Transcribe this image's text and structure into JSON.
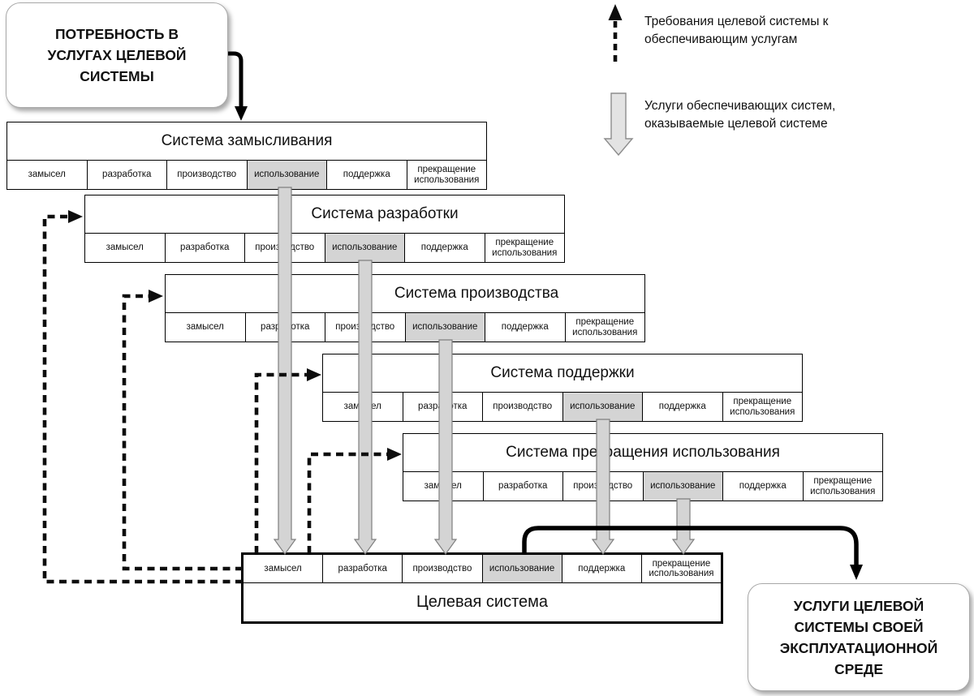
{
  "need_box": {
    "label": "ПОТРЕБНОСТЬ В\nУСЛУГАХ ЦЕЛЕВОЙ\nСИСТЕМЫ"
  },
  "services_box": {
    "label": "УСЛУГИ ЦЕЛЕВОЙ\nСИСТЕМЫ СВОЕЙ\nЭКСПЛУАТАЦИОННОЙ\nСРЕДЕ"
  },
  "legend": [
    {
      "icon": "dashed-arrow-up-icon",
      "label": "Требования целевой системы к\nобеспечивающим услугам"
    },
    {
      "icon": "gray-arrow-down-icon",
      "label": "Услуги обеспечивающих систем,\nоказываемые целевой системе"
    }
  ],
  "stages": [
    "замысел",
    "разработка",
    "производство",
    "использование",
    "поддержка",
    "прекращение использования"
  ],
  "highlighted_stage": "использование",
  "systems": [
    "Система замысливания",
    "Система разработки",
    "Система производства",
    "Система поддержки",
    "Система прекращения использования"
  ],
  "target_system": "Целевая система",
  "colors": {
    "stage_highlight": "#d4d4d4",
    "service_band_fill": "#d4d4d4",
    "service_band_stroke": "#7f7f7f",
    "legend_band_fill": "#e3e3e3",
    "line_black": "#000000"
  }
}
